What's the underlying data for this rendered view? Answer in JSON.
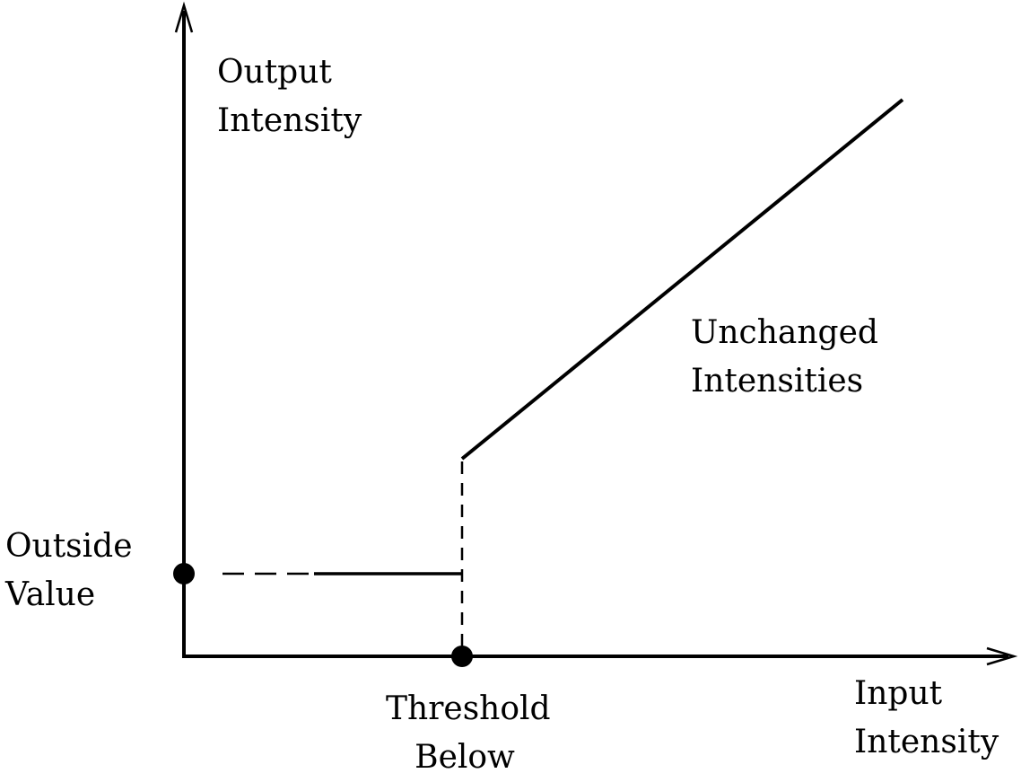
{
  "diagram": {
    "y_axis_label": [
      "Output",
      "Intensity"
    ],
    "x_axis_label": [
      "Input",
      "Intensity"
    ],
    "outside_value_label": [
      "Outside",
      "Value"
    ],
    "threshold_label": [
      "Threshold",
      "Below"
    ],
    "unchanged_label": [
      "Unchanged",
      "Intensities"
    ]
  },
  "colors": {
    "ink": "#000000",
    "background": "#ffffff"
  }
}
